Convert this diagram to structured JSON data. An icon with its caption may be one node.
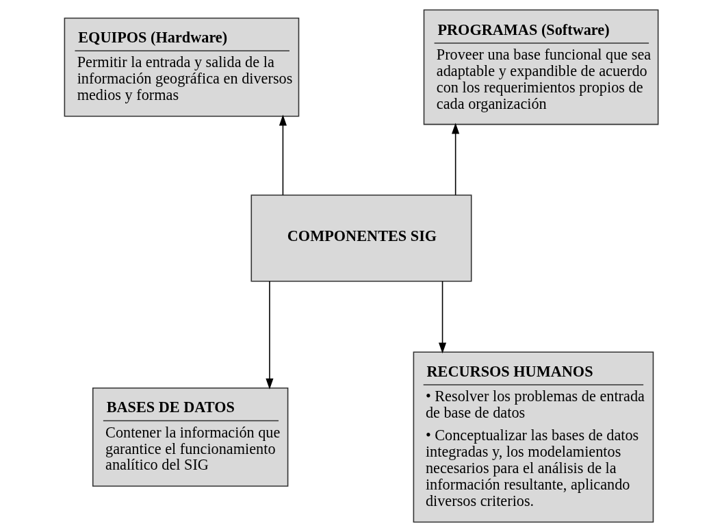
{
  "diagram": {
    "nodes": [
      {
        "text": [
          "EQUIPOS (Hardware)",
          "Permitir la entrada y salida de la información geográfica en diversos medios y formas"
        ]
      },
      {
        "text": [
          "PROGRAMAS (Software)",
          "Proveer una base funcional que sea adaptable y expandible de acuerdo con los requerimientos propios de cada organización"
        ]
      },
      {
        "text": [
          "COMPONENTES SIG"
        ]
      },
      {
        "text": [
          "BASES DE DATOS",
          "Contener la información que garantice el funcionamiento analítico del SIG"
        ]
      },
      {
        "text": [
          "RECURSOS HUMANOS",
          "• Resolver los problemas de entrada de base de datos",
          "• Conceptualizar las bases de datos integradas y, los modelamientos necesarios para el análisis de la información resultante, aplicando diversos criterios."
        ]
      }
    ],
    "edges": [
      {
        "from": 2,
        "to": 0,
        "arrow": "to"
      },
      {
        "from": 2,
        "to": 1,
        "arrow": "to"
      },
      {
        "from": 2,
        "to": 3,
        "arrow": "to"
      },
      {
        "from": 2,
        "to": 4,
        "arrow": "to"
      }
    ]
  }
}
